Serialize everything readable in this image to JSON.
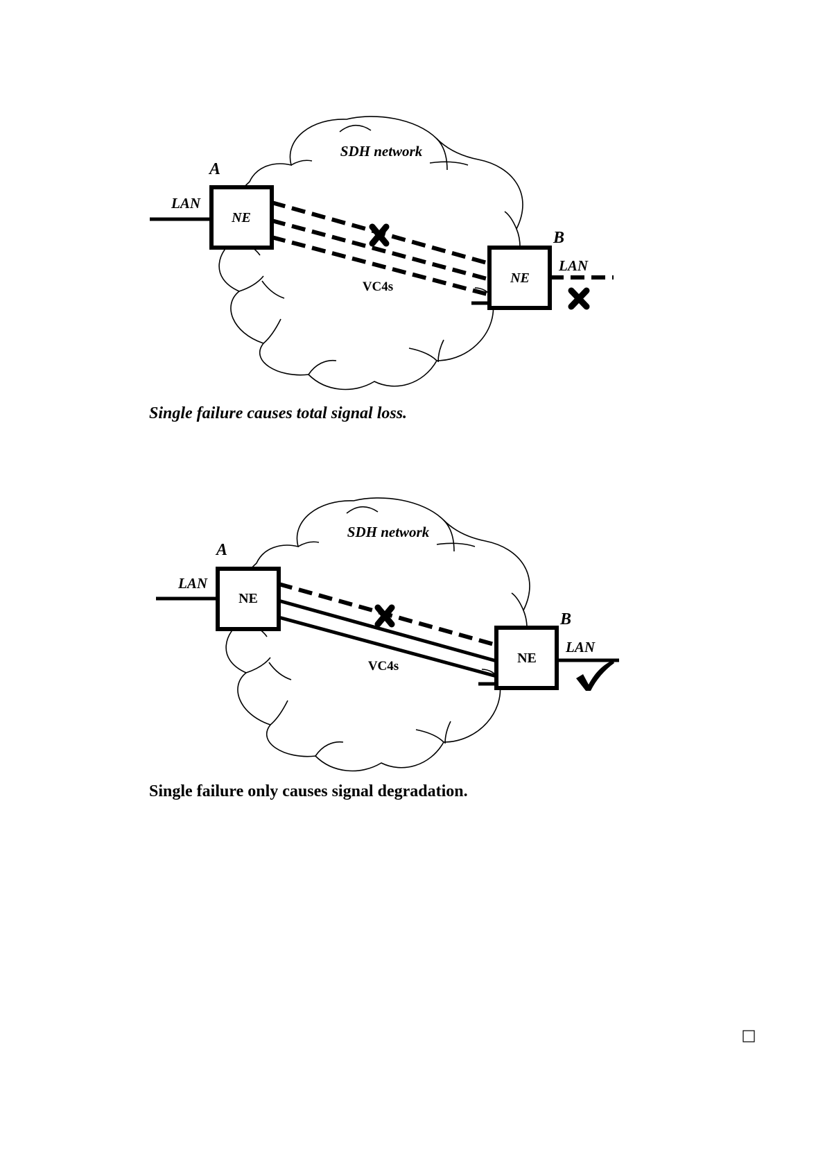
{
  "diagram1": {
    "network_label": "SDH network",
    "node_a_label": "A",
    "node_b_label": "B",
    "lan_left_label": "LAN",
    "lan_right_label": "LAN",
    "ne_left_label": "NE",
    "ne_right_label": "NE",
    "vc_label": "VC4s",
    "caption": "Single failure causes total signal loss.",
    "right_status_icon": "cross-icon"
  },
  "diagram2": {
    "network_label": "SDH network",
    "node_a_label": "A",
    "node_b_label": "B",
    "lan_left_label": "LAN",
    "lan_right_label": "LAN",
    "ne_left_label": "NE",
    "ne_right_label": "NE",
    "vc_label": "VC4s",
    "caption": "Single failure only causes signal degradation.",
    "right_status_icon": "checkmark-icon"
  },
  "page_marker_icon": "empty-square-icon"
}
